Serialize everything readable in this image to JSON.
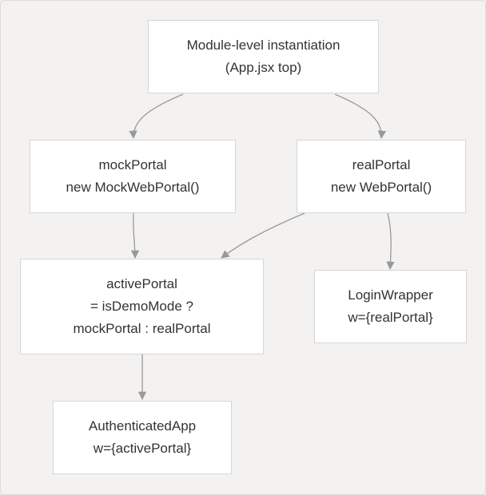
{
  "colors": {
    "background": "#f3f2f1",
    "node_fill": "#ffffff",
    "node_border": "#d6d6d6",
    "edge": "#999999",
    "text": "#333333"
  },
  "nodes": {
    "module": {
      "line1": "Module-level instantiation",
      "line2": "(App.jsx top)"
    },
    "mock": {
      "line1": "mockPortal",
      "line2": "new MockWebPortal()"
    },
    "real": {
      "line1": "realPortal",
      "line2": "new WebPortal()"
    },
    "active": {
      "line1": "activePortal",
      "line2": "= isDemoMode ?",
      "line3": "mockPortal : realPortal"
    },
    "login": {
      "line1": "LoginWrapper",
      "line2": "w={realPortal}"
    },
    "auth": {
      "line1": "AuthenticatedApp",
      "line2": "w={activePortal}"
    }
  },
  "edges": [
    {
      "from": "module",
      "to": "mock"
    },
    {
      "from": "module",
      "to": "real"
    },
    {
      "from": "mock",
      "to": "active"
    },
    {
      "from": "real",
      "to": "active"
    },
    {
      "from": "real",
      "to": "login"
    },
    {
      "from": "active",
      "to": "auth"
    }
  ]
}
